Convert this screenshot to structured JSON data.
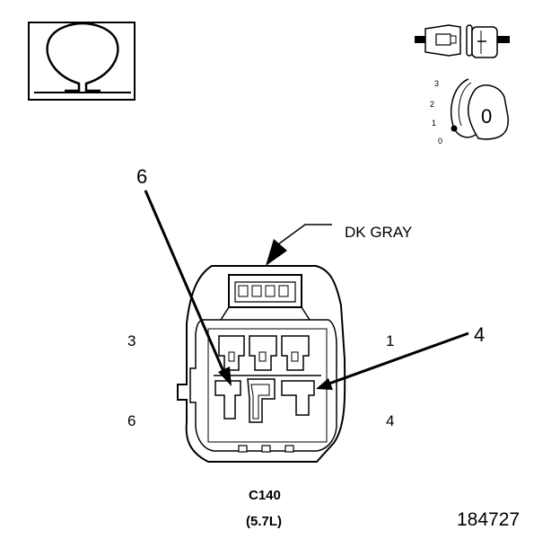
{
  "connector": {
    "wire_color": "DK GRAY",
    "name": "C140",
    "engine": "(5.7L)",
    "figure_id": "184727"
  },
  "callouts": {
    "left_arrow": "6",
    "right_arrow": "4"
  },
  "cavity_labels": {
    "top_left": "3",
    "top_right": "1",
    "bottom_left": "6",
    "bottom_right": "4"
  },
  "ignition_positions": [
    "3",
    "2",
    "1",
    "0"
  ],
  "ignition_key_label": "0",
  "icons": [
    "ohm-symbol-icon",
    "connector-disconnected-icon",
    "ignition-key-off-icon"
  ],
  "colors": {
    "line": "#000000",
    "background": "#ffffff"
  }
}
